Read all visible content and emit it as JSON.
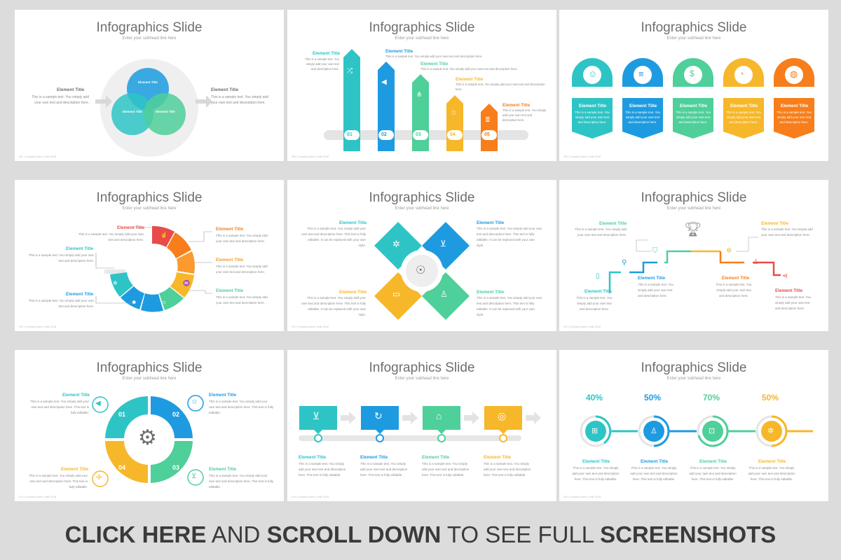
{
  "slide_title": "Infographics Slide",
  "slide_subtitle": "Enter your subhead line here",
  "element_title": "Element Title",
  "sample_short": "This is a sample text. You simply add your own text and description here.",
  "sample_long": "This is a sample text. You simply add your own text and description here. This text is fully editable. It can be replaced with your own style.",
  "sample_editable": "This is a sample text. You simply add your own text and description here. This text is fully editable.",
  "footers": [
    "007 | Company Name | Date 2018",
    "008 | Company Name | Date 2018",
    "009 | Company Name | Date 2018",
    "010 | Company Name | Date 2018",
    "011 | Company Name | Date 2018",
    "012 | Company Name | Date 2018",
    "013 | Company Name | Date 2018",
    "014 | Company Name | Date 2018",
    "015 | Company Name | Date 2018"
  ],
  "arrow_numbers": [
    "01",
    "02",
    "03",
    "04",
    "05"
  ],
  "cycle_numbers": [
    "01",
    "02",
    "03",
    "04"
  ],
  "percentages": [
    "40%",
    "50%",
    "70%",
    "50%"
  ],
  "colors": {
    "teal": "#2ec4c6",
    "blue": "#1e9be0",
    "green": "#4fcf9a",
    "yellow": "#f7b72a",
    "orange": "#f77e1a",
    "red": "#e94b4b"
  },
  "banner": {
    "part1": "CLICK HERE",
    "part2": " AND ",
    "part3": "SCROLL DOWN",
    "part4": " TO SEE FULL ",
    "part5": "SCREENSHOTS"
  }
}
